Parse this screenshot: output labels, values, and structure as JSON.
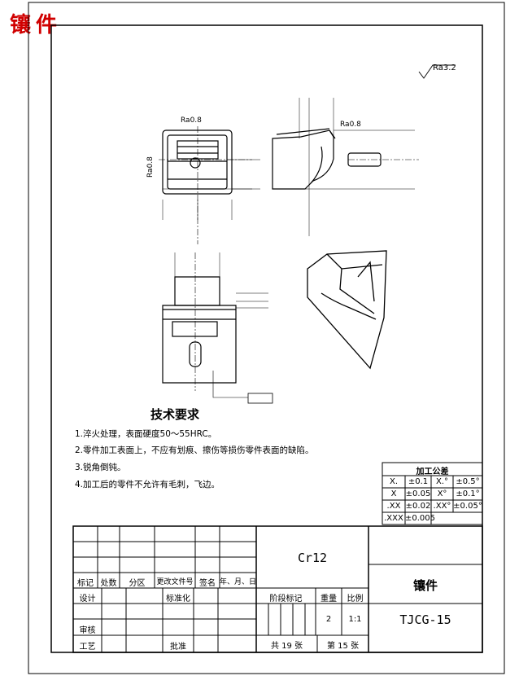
{
  "title": "镶件",
  "roughness_corner": "Ra3.2",
  "roughness_labels": [
    "Ra0.8",
    "Ra0.8",
    "Ra0.8"
  ],
  "requirements": {
    "heading": "技术要求",
    "items": [
      "1.淬火处理，表面硬度50～55HRC。",
      "2.零件加工表面上，不应有划痕、擦伤等损伤零件表面的缺陷。",
      "3.锐角倒钝。",
      "4.加工后的零件不允许有毛刺，飞边。"
    ]
  },
  "tolerance": {
    "title": "加工公差",
    "rows": [
      [
        "X.",
        "±0.1",
        "X.°",
        "±0.5°"
      ],
      [
        "X",
        "±0.05",
        "X°",
        "±0.1°"
      ],
      [
        ".XX",
        "±0.02",
        ".XX°",
        "±0.05°"
      ],
      [
        ".XXX",
        "±0.005",
        "",
        ""
      ]
    ]
  },
  "title_block": {
    "material": "Cr12",
    "part_name": "镶件",
    "drawing_no": "TJCG-15",
    "rev_headers": [
      "标记",
      "处数",
      "分区",
      "更改文件号",
      "签名",
      "年、月、日"
    ],
    "design": "设计",
    "standardize": "标准化",
    "review": "审核",
    "process": "工艺",
    "approve": "批准",
    "stage_mark": "阶段标记",
    "weight": "重量",
    "scale": "比例",
    "weight_val": "2",
    "scale_val": "1:1",
    "total": "共 19 张",
    "sheet": "第 15 张"
  }
}
